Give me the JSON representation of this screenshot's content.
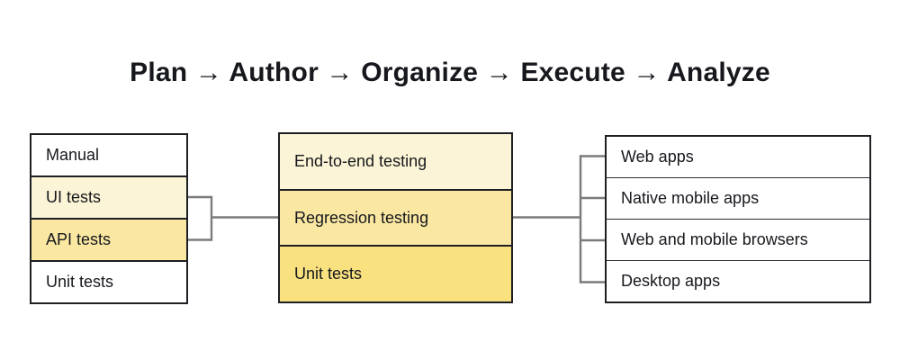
{
  "title": "Plan → Author → Organize → Execute → Analyze",
  "left_panel": {
    "items": [
      {
        "label": "Manual",
        "highlight": "none"
      },
      {
        "label": "UI tests",
        "highlight": "pale"
      },
      {
        "label": "API tests",
        "highlight": "light"
      },
      {
        "label": "Unit tests",
        "highlight": "none"
      }
    ]
  },
  "middle_panel": {
    "items": [
      {
        "label": "End-to-end testing",
        "highlight": "pale"
      },
      {
        "label": "Regression testing",
        "highlight": "light"
      },
      {
        "label": "Unit tests",
        "highlight": "gold"
      }
    ]
  },
  "right_panel": {
    "items": [
      {
        "label": "Web apps"
      },
      {
        "label": "Native mobile apps"
      },
      {
        "label": "Web and mobile browsers"
      },
      {
        "label": "Desktop apps"
      }
    ]
  },
  "colors": {
    "highlight_pale": "#fcf4d6",
    "highlight_light": "#fae7a2",
    "highlight_gold": "#f9e180",
    "box_border": "#1d1f23",
    "connector_gray": "#7b7b7b",
    "text": "#16181d"
  }
}
